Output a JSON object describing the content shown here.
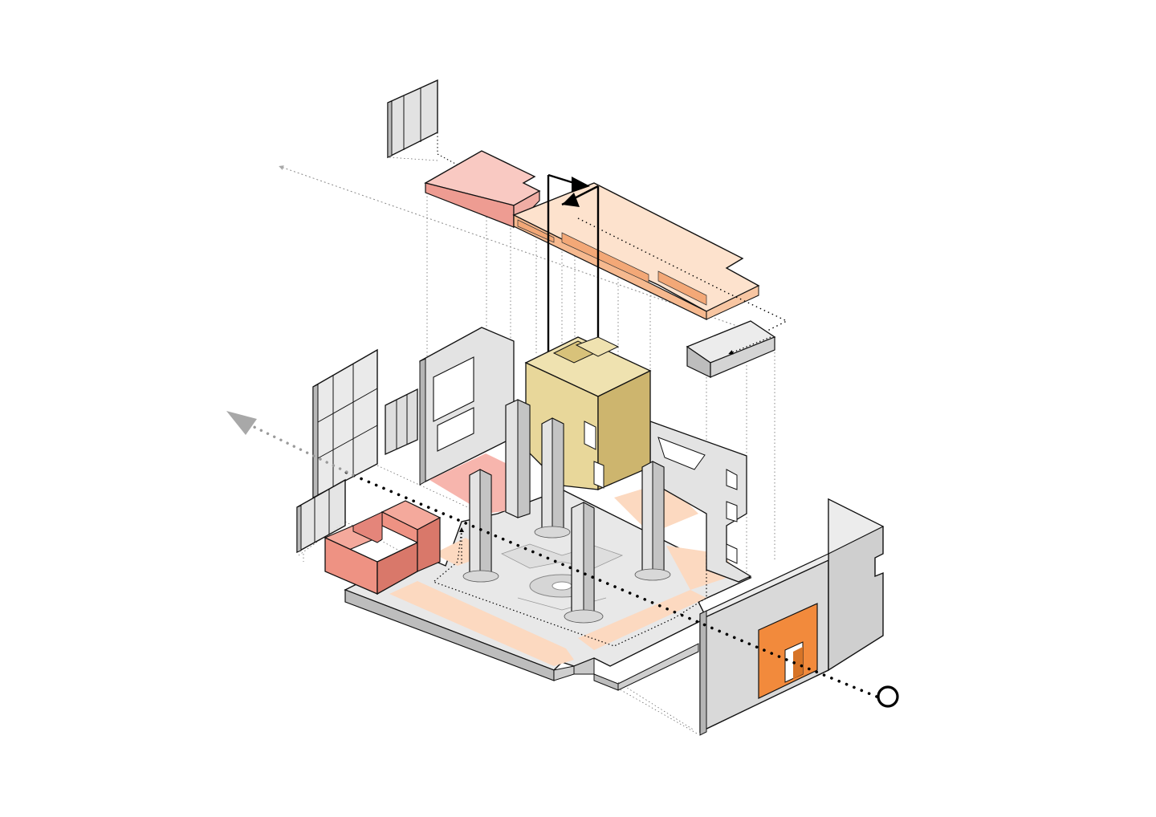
{
  "diagram": {
    "type": "exploded-axonometric-architecture-diagram",
    "text_labels": [],
    "colors": {
      "background": "#ffffff",
      "structure_top": "#e6e6e6",
      "structure_side": "#bdbdbd",
      "structure_dark": "#a9a9a9",
      "peach_zone": "#fcd9c0",
      "peach_side": "#f3b48c",
      "pink_zone": "#f7b5ad",
      "salmon_block": "#ee9283",
      "salmon_side": "#d9786a",
      "yellow_core": "#e8d79a",
      "yellow_side": "#cdb56e",
      "orange_door": "#f28a3c",
      "glazing": "#dcdcdc",
      "path_black": "#000000",
      "path_grey": "#a8a8a8"
    },
    "components": [
      {
        "name": "glazing-panel-upper",
        "kind": "window"
      },
      {
        "name": "pink-roof-slab",
        "kind": "slab"
      },
      {
        "name": "peach-roof-slab",
        "kind": "slab"
      },
      {
        "name": "vertical-circulation-arrows",
        "kind": "arrow"
      },
      {
        "name": "l-bracket-element",
        "kind": "fragment"
      },
      {
        "name": "back-wall-structure",
        "kind": "wall"
      },
      {
        "name": "yellow-core-volume",
        "kind": "volume"
      },
      {
        "name": "columns",
        "kind": "structure",
        "count": 5
      },
      {
        "name": "ground-floor-slab",
        "kind": "slab"
      },
      {
        "name": "glazing-panel-left-large",
        "kind": "window"
      },
      {
        "name": "glazing-panel-left-small",
        "kind": "window"
      },
      {
        "name": "salmon-u-block",
        "kind": "volume"
      },
      {
        "name": "front-wall-with-doorway",
        "kind": "wall"
      },
      {
        "name": "primary-route-dotted-path",
        "kind": "path"
      },
      {
        "name": "secondary-route-dotted-path",
        "kind": "path"
      },
      {
        "name": "route-origin-circle",
        "kind": "marker"
      }
    ]
  }
}
